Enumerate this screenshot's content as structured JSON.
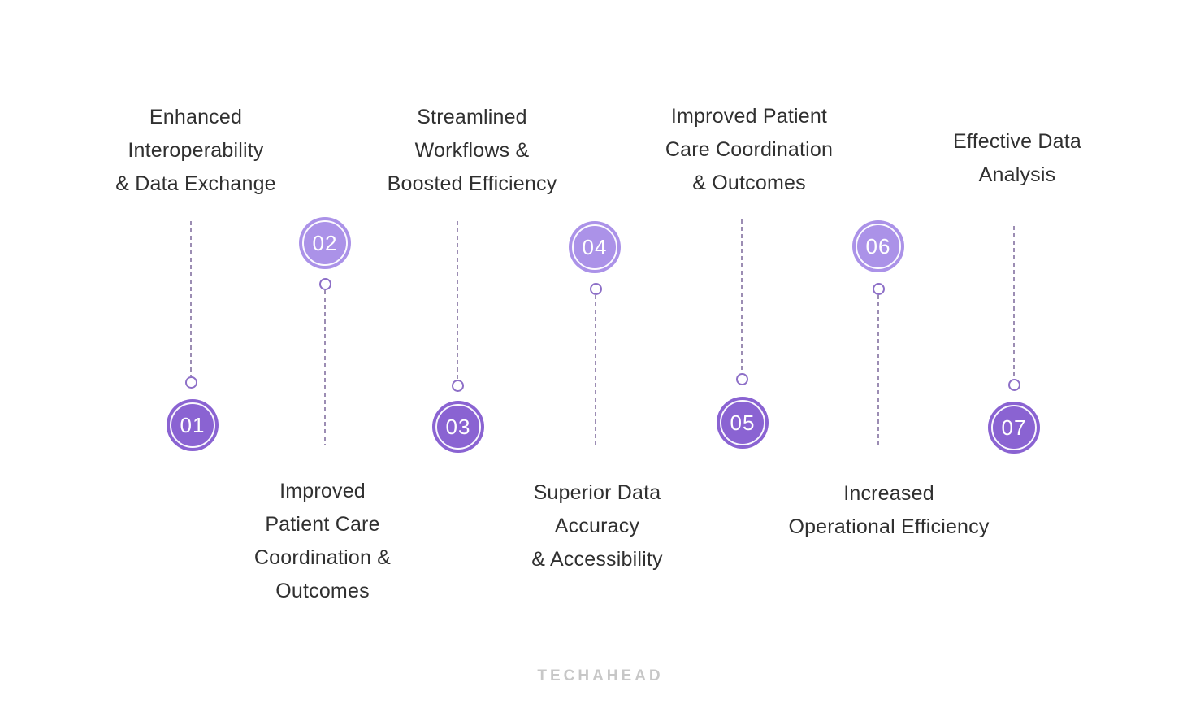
{
  "infographic": {
    "watermark": "TECHAHEAD",
    "palette": {
      "background": "#ffffff",
      "step_dark": "#8a63d2",
      "step_light": "#ab92e8",
      "connector": "#8a79a6",
      "dot_stroke": "#8d6fc7",
      "label_text": "#303030",
      "watermark_color": "#c7c7c7"
    },
    "steps": [
      {
        "number": "01",
        "variant": "dark",
        "label_position": "top",
        "label_lines": [
          "Enhanced",
          "Interoperability",
          "& Data Exchange"
        ]
      },
      {
        "number": "02",
        "variant": "light",
        "label_position": "bottom",
        "label_lines": [
          "Improved",
          "Patient Care",
          "Coordination &",
          "Outcomes"
        ]
      },
      {
        "number": "03",
        "variant": "dark",
        "label_position": "top",
        "label_lines": [
          "Streamlined",
          "Workflows &",
          "Boosted Efficiency"
        ]
      },
      {
        "number": "04",
        "variant": "light",
        "label_position": "bottom",
        "label_lines": [
          "Superior Data",
          "Accuracy",
          "& Accessibility"
        ]
      },
      {
        "number": "05",
        "variant": "dark",
        "label_position": "top",
        "label_lines": [
          "Improved Patient",
          "Care Coordination",
          "& Outcomes"
        ]
      },
      {
        "number": "06",
        "variant": "light",
        "label_position": "bottom",
        "label_lines": [
          "Increased",
          "Operational Efficiency"
        ]
      },
      {
        "number": "07",
        "variant": "dark",
        "label_position": "top",
        "label_lines": [
          "Effective Data",
          "Analysis"
        ]
      }
    ]
  }
}
